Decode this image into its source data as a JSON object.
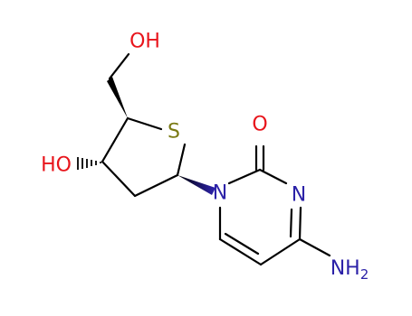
{
  "atoms": {
    "hydroxyl_top": {
      "text": "OH",
      "element": "O"
    },
    "hydroxyl_left": {
      "text": "HO",
      "element": "O"
    },
    "sulfur": {
      "text": "S",
      "element": "S"
    },
    "nitrogen_ring_1": {
      "text": "N",
      "element": "N"
    },
    "nitrogen_ring_3": {
      "text": "N",
      "element": "N"
    },
    "carbonyl_oxygen": {
      "text": "O",
      "element": "O"
    },
    "amino": {
      "text": "NH",
      "subscript": "2",
      "element": "N"
    }
  },
  "colors": {
    "bond": "#000000",
    "oxygen": "#e8141b",
    "sulfur": "#7a7a14",
    "nitrogen": "#2c22a8"
  }
}
